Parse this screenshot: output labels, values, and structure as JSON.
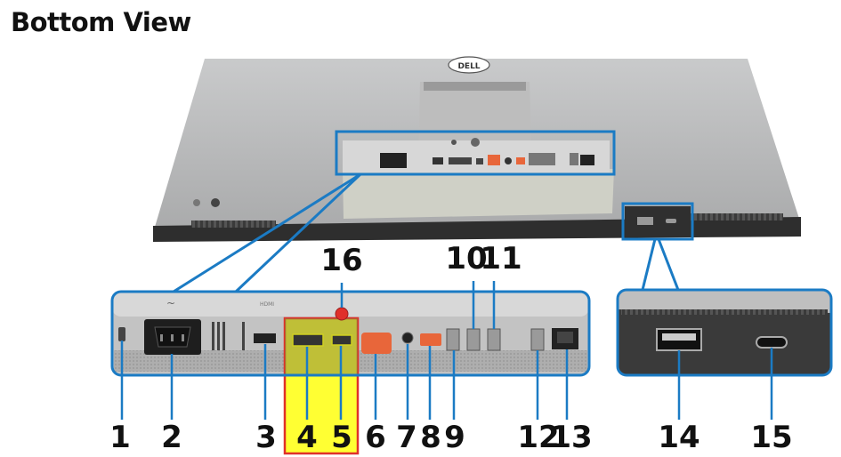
{
  "page": {
    "title": "Bottom View"
  },
  "brand": {
    "logo_text": "DELL"
  },
  "colors": {
    "callout_blue": "#1b7bc4",
    "highlight_yellow": "#ffff33",
    "highlight_red": "#e0302a",
    "port_orange": "#e8663a"
  },
  "callouts": [
    "1",
    "2",
    "3",
    "4",
    "5",
    "6",
    "7",
    "8",
    "9",
    "10",
    "11",
    "12",
    "13",
    "14",
    "15",
    "16"
  ]
}
